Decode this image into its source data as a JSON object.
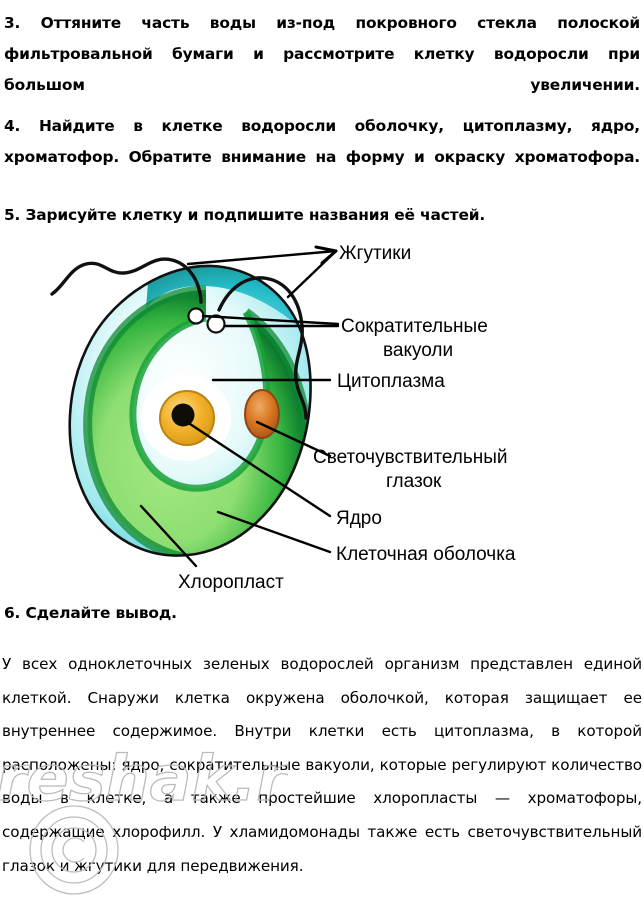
{
  "document": {
    "language": "ru",
    "background_color": "#ffffff",
    "text_color": "#000000"
  },
  "tasks": [
    {
      "number": "3.",
      "text": "Оттяните часть воды из-под покровного стекла полоской фильтровальной бумаги и рассмотрите клетку водоросли при большом увеличении."
    },
    {
      "number": "4.",
      "text": "Найдите в клетке водоросли оболочку, цитоплазму, ядро, хроматофор. Обратите внимание на форму и окраску хроматофора."
    },
    {
      "number": "5.",
      "text": "Зарисуйте клетку и подпишите названия её частей."
    },
    {
      "number": "6.",
      "text": "Сделайте вывод."
    }
  ],
  "figure": {
    "caption_labels": [
      {
        "id": "flagella",
        "text": "Жгутики"
      },
      {
        "id": "contractile-vacuoles-line1",
        "text": "Сократительные"
      },
      {
        "id": "contractile-vacuoles-line2",
        "text": "вакуоли"
      },
      {
        "id": "cytoplasm",
        "text": "Цитоплазма"
      },
      {
        "id": "eyespot-line1",
        "text": "Светочувствительный"
      },
      {
        "id": "eyespot-line2",
        "text": "глазок"
      },
      {
        "id": "nucleus",
        "text": "Ядро"
      },
      {
        "id": "cell-membrane",
        "text": "Клеточная оболочка"
      },
      {
        "id": "chloroplast",
        "text": "Хлоропласт"
      }
    ],
    "colors": {
      "chloroplast_light": "#8ede72",
      "chloroplast_mid": "#4cc23f",
      "chloroplast_dark": "#149938",
      "chloroplast_edge": "#0c7a2e",
      "cytoplasm_cyan": "#8fe6ea",
      "cytoplasm_light": "#dff7f7",
      "cytoplasm_deep": "#16b6c4",
      "nucleus_ring": "#f2b12a",
      "nucleus_ring_light": "#f9d06a",
      "nucleus_center": "#100c08",
      "nucleus_halo": "#ffffff",
      "eyespot": "#d97521",
      "eyespot_light": "#e59a4e",
      "outline": "#000000"
    }
  },
  "conclusion": {
    "text": "У всех одноклеточных зеленых водорослей организм представлен единой клеткой. Снаружи клетка окружена оболочкой, которая защищает ее внутреннее содержимое. Внутри клетки есть цитоплазма, в которой расположены: ядро, сократительные вакуоли, которые регулируют количество воды в клетке, а также простейшие хлоропласты — хроматофоры, содержащие хлорофилл. У хламидомонады также есть светочувствительный глазок и жгутики для передвижения."
  },
  "watermark": {
    "text": "reshak.ru",
    "symbol": "©",
    "color": "#b9b9b9"
  }
}
